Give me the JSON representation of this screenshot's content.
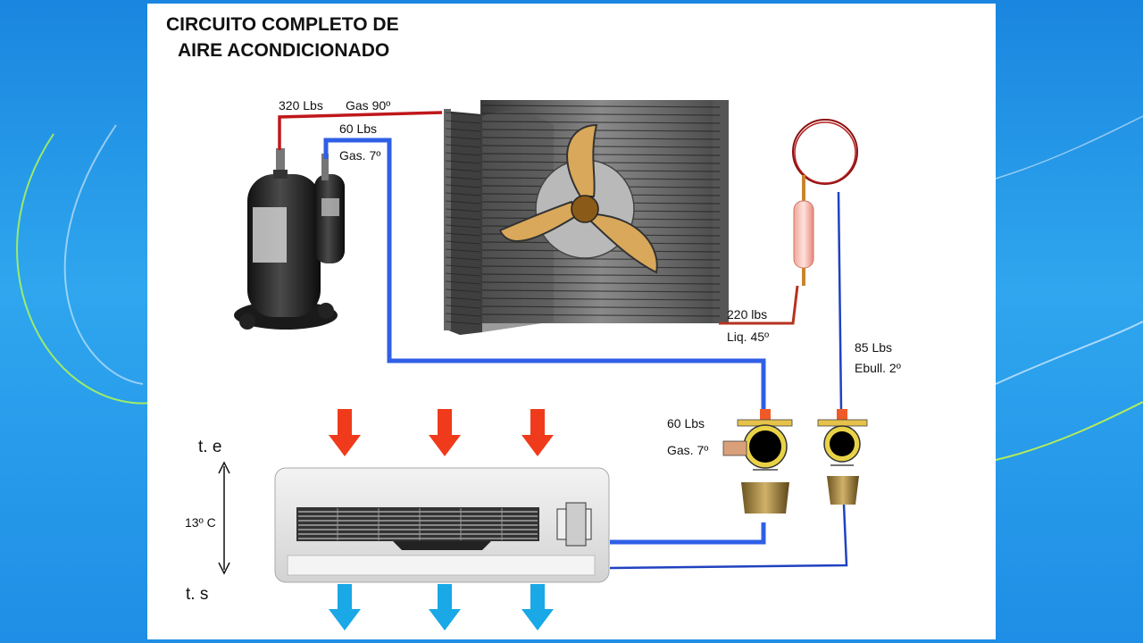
{
  "title": {
    "line1": "CIRCUITO COMPLETO DE",
    "line2": "AIRE ACONDICIONADO"
  },
  "labels": {
    "discharge_pressure": "320 Lbs",
    "discharge_temp": "Gas 90º",
    "suction_pressure": "60 Lbs",
    "suction_temp": "Gas. 7º",
    "liquid_pressure": "220 lbs",
    "liquid_temp": "Liq. 45º",
    "evap_pressure": "85 Lbs",
    "evap_temp": "Ebull. 2º",
    "valve_pressure": "60 Lbs",
    "valve_temp": "Gas. 7º",
    "temp_in": "t. e",
    "temp_delta": "13º C",
    "temp_out": "t. s"
  },
  "colors": {
    "high_pressure_line": "#c0171b",
    "low_pressure_line": "#2f5fe6",
    "liquid_line": "#b5331f",
    "warm_air": "#ef3b1c",
    "cold_air": "#1aa8e6",
    "fan_blade": "#d9a85a"
  }
}
